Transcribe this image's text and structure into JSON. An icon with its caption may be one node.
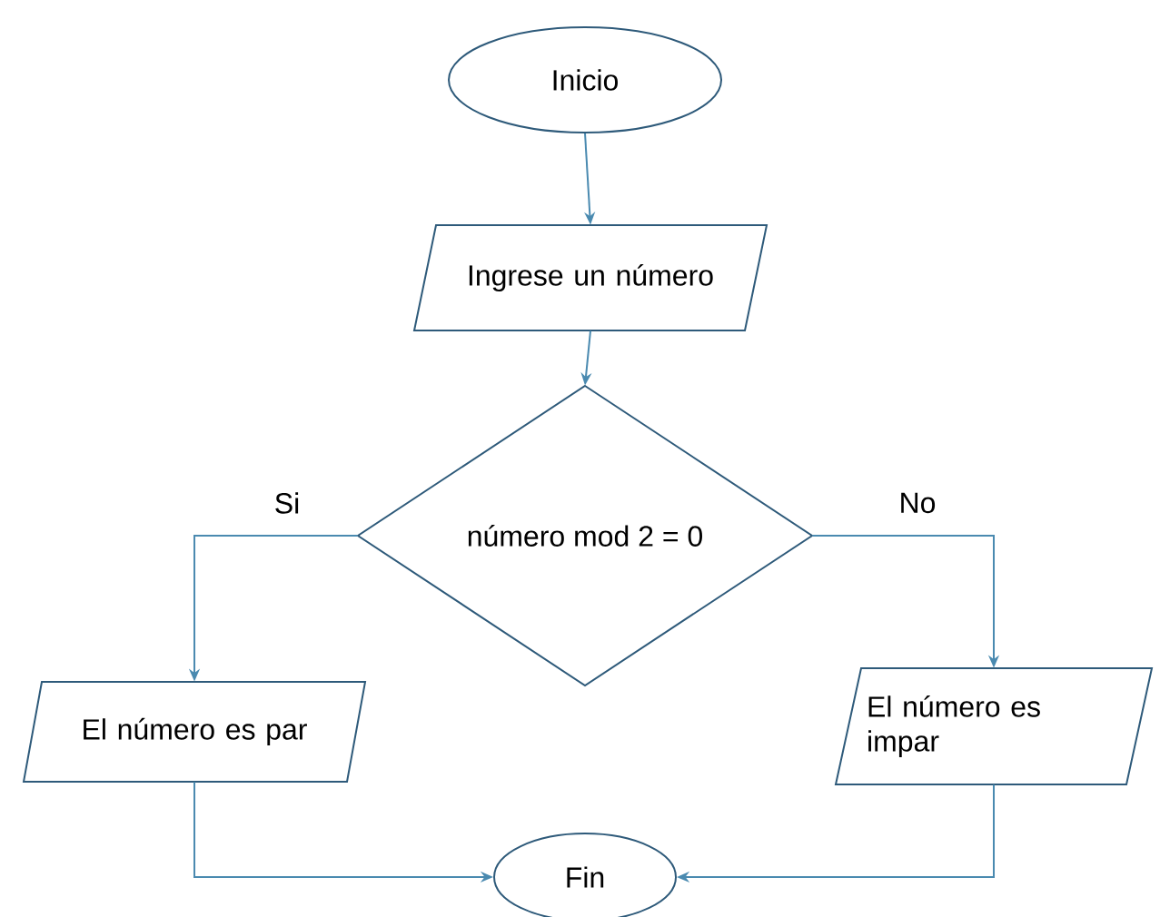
{
  "diagram": {
    "nodes": [
      {
        "text": [
          "Inicio"
        ]
      },
      {
        "text": [
          "Ingrese un número"
        ]
      },
      {
        "text": [
          "número mod 2 = 0"
        ]
      },
      {
        "text": [
          "El número es par"
        ]
      },
      {
        "text": [
          "El número es impar"
        ]
      },
      {
        "text": [
          "Fin"
        ]
      }
    ],
    "edges": [
      {
        "from": 0,
        "to": 1,
        "arrow": "to"
      },
      {
        "from": 1,
        "to": 2,
        "arrow": "to"
      },
      {
        "from": 2,
        "to": 3,
        "arrow": "to",
        "label": "Si"
      },
      {
        "from": 2,
        "to": 4,
        "arrow": "to",
        "label": "No"
      },
      {
        "from": 3,
        "to": 5,
        "arrow": "to"
      },
      {
        "from": 4,
        "to": 5,
        "arrow": "to"
      }
    ]
  }
}
